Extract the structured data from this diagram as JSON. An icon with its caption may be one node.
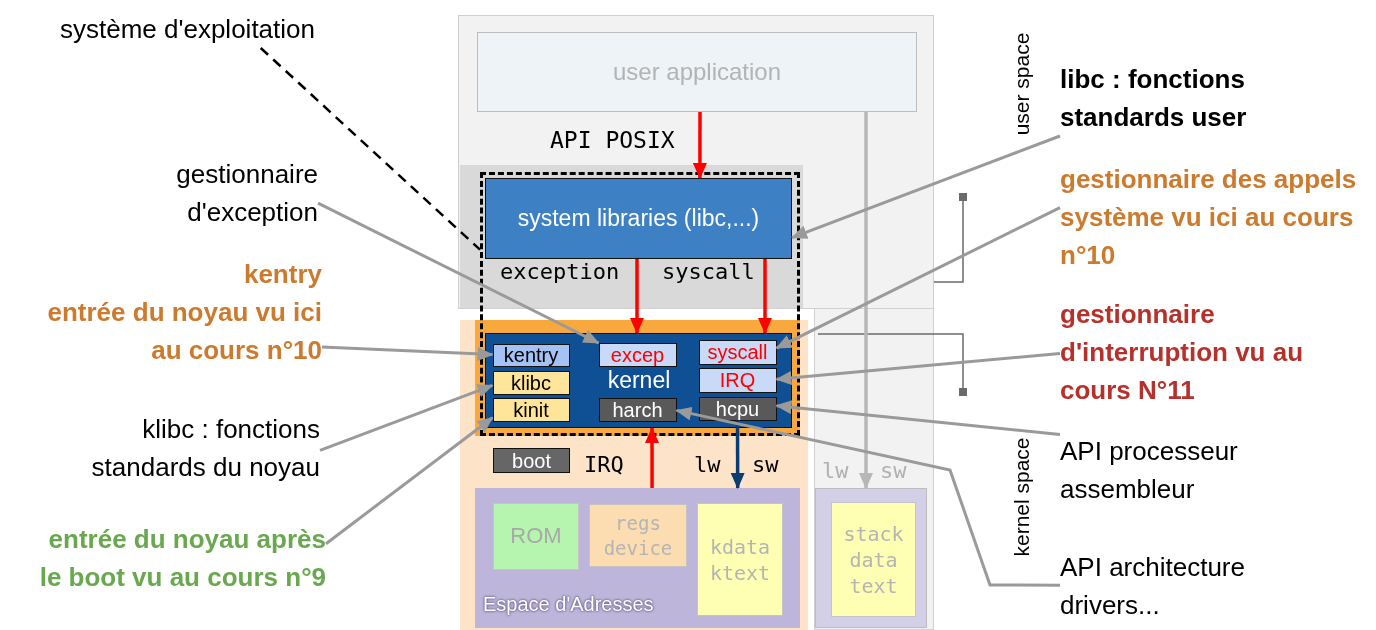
{
  "diagram": {
    "nodes": [
      {
        "text": [
          "système d'exploitation"
        ]
      },
      {
        "text": [
          "user application"
        ]
      },
      {
        "text": [
          "gestionnaire d'exception"
        ]
      },
      {
        "text": [
          "libc : fonctions standards user"
        ]
      },
      {
        "text": [],
        "shape": "box"
      },
      {
        "text": [
          "system libraries (libc,...)"
        ],
        "in": 4
      },
      {
        "text": [
          "gestionnaire des appels système vu ici au cours n°10"
        ]
      },
      {
        "text": [
          "kentry",
          "entrée du noyau vu ici au cours n°10"
        ]
      },
      {
        "text": [
          "gestionnaire d'interruption vu au cours N°11"
        ]
      },
      {
        "text": [
          "kernel"
        ],
        "in": 4
      },
      {
        "text": [
          "kentry"
        ],
        "in": 9
      },
      {
        "text": [
          "excep"
        ],
        "in": 9
      },
      {
        "text": [
          "syscall"
        ],
        "in": 9
      },
      {
        "text": [
          "klibc"
        ],
        "in": 9
      },
      {
        "text": [
          "IRQ"
        ],
        "in": 9
      },
      {
        "text": [
          "kinit"
        ],
        "in": 9
      },
      {
        "text": [
          "harch"
        ],
        "in": 9
      },
      {
        "text": [
          "hcpu"
        ],
        "in": 9
      },
      {
        "text": [
          "klibc : fonctions standards du noyau"
        ]
      },
      {
        "text": [
          "API processeur assembleur"
        ]
      },
      {
        "text": [
          "boot"
        ]
      },
      {
        "text": [
          "entrée du noyau après le boot vu au cours n°9"
        ]
      },
      {
        "text": [
          "API architecture drivers..."
        ]
      },
      {
        "text": [
          "Espace d'Adresses"
        ]
      },
      {
        "text": [
          "ROM"
        ],
        "in": 23
      },
      {
        "text": [
          "regs device"
        ],
        "in": 23
      },
      {
        "text": [
          "kdata ktext"
        ],
        "in": 23
      },
      {
        "text": [],
        "shape": "box"
      },
      {
        "text": [
          "stack data text"
        ],
        "in": 27
      }
    ],
    "edges": [
      {
        "from": 1,
        "to": 5,
        "arrow": "to",
        "color": "#ff0000"
      },
      {
        "from": 5,
        "to": 9,
        "arrow": "to",
        "color": "#ff0000"
      },
      {
        "from": 5,
        "to": 9,
        "arrow": "to",
        "color": "#ff0000"
      },
      {
        "from": 23,
        "to": 9,
        "arrow": "to",
        "color": "#ff0000"
      },
      {
        "from": 17,
        "to": 23,
        "arrow": "to",
        "color": "#0b3d73"
      },
      {
        "from": 1,
        "to": 27,
        "arrow": "to",
        "color": "#b7b7b7"
      },
      {
        "from": 0,
        "to": 4,
        "arrow": "none",
        "style": "dashed",
        "color": "#000000"
      },
      {
        "from": 2,
        "to": 11,
        "arrow": "to"
      },
      {
        "from": 3,
        "to": 5,
        "arrow": "to"
      },
      {
        "from": 6,
        "to": 12,
        "arrow": "to"
      },
      {
        "from": 7,
        "to": 10,
        "arrow": "to"
      },
      {
        "from": 8,
        "to": 14,
        "arrow": "to"
      },
      {
        "from": 18,
        "to": 13,
        "arrow": "to"
      },
      {
        "from": 19,
        "to": 17,
        "arrow": "to"
      },
      {
        "from": 21,
        "to": 15,
        "arrow": "to"
      },
      {
        "from": 22,
        "to": 16,
        "arrow": "to"
      }
    ],
    "labels": [
      "user space",
      "API POSIX",
      "exception",
      "syscall",
      "IRQ",
      "lw",
      "sw",
      "lw",
      "sw",
      "kernel space"
    ]
  }
}
